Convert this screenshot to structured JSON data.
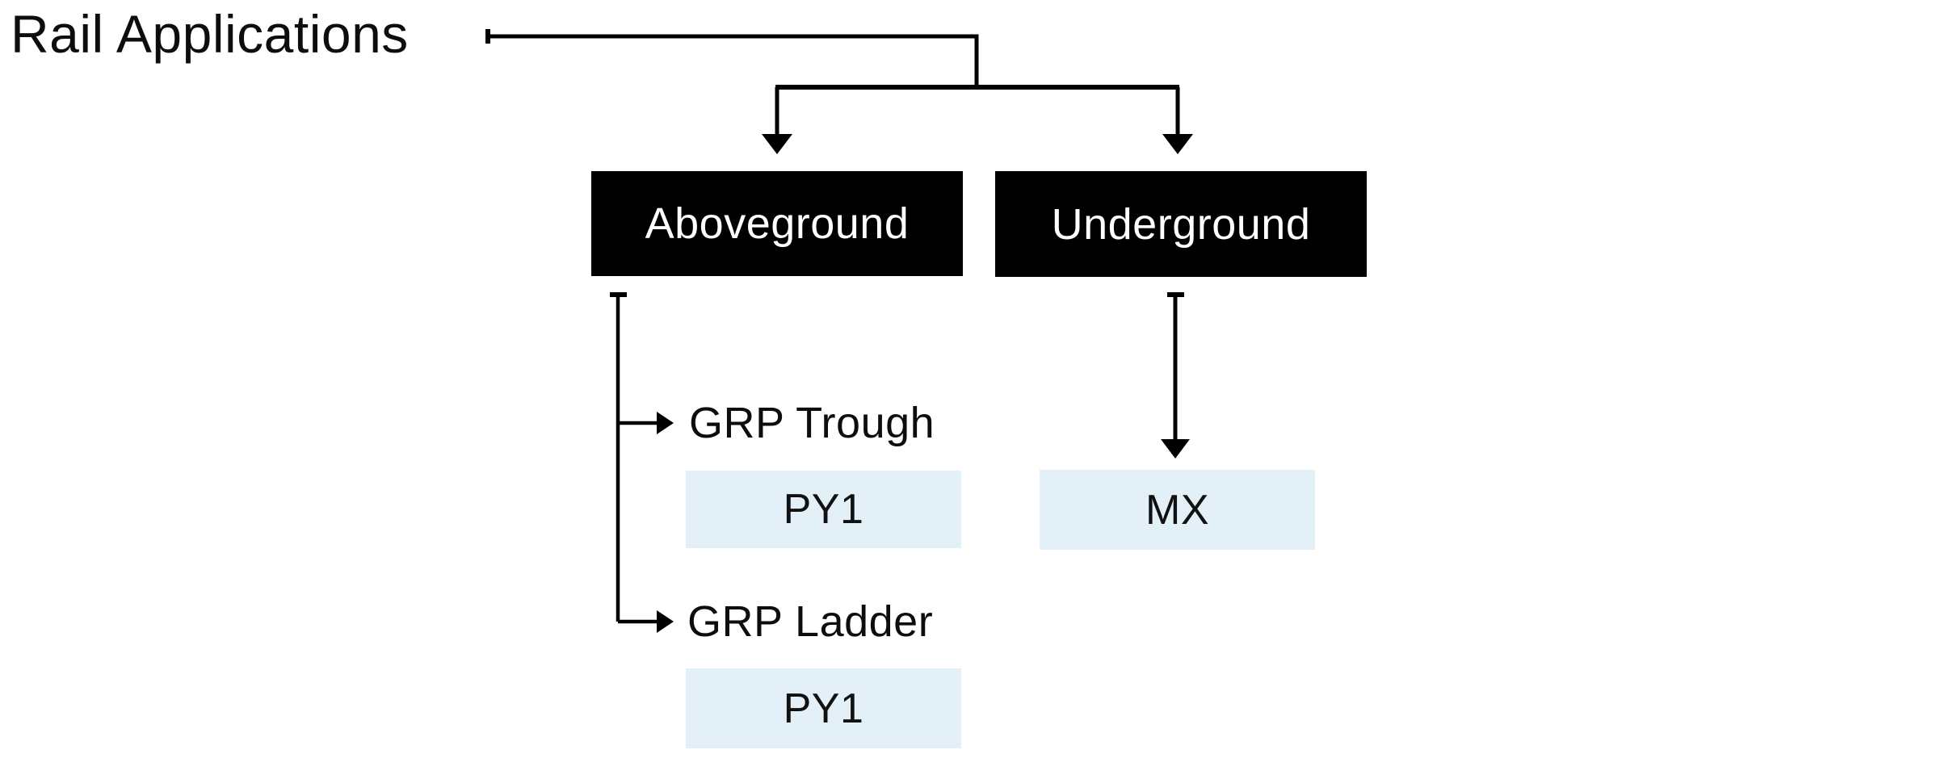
{
  "diagram": {
    "title": "Rail Applications",
    "branches": [
      {
        "id": "aboveground",
        "label": "Aboveground",
        "children": [
          {
            "label": "GRP Trough",
            "product": "PY1"
          },
          {
            "label": "GRP Ladder",
            "product": "PY1"
          }
        ]
      },
      {
        "id": "underground",
        "label": "Underground",
        "product": "MX"
      }
    ],
    "colors": {
      "line": "#000000",
      "category_bg": "#000000",
      "category_text": "#ffffff",
      "product_bg": "#e4f0f7",
      "text": "#0d0d0d",
      "background": "#ffffff"
    }
  }
}
